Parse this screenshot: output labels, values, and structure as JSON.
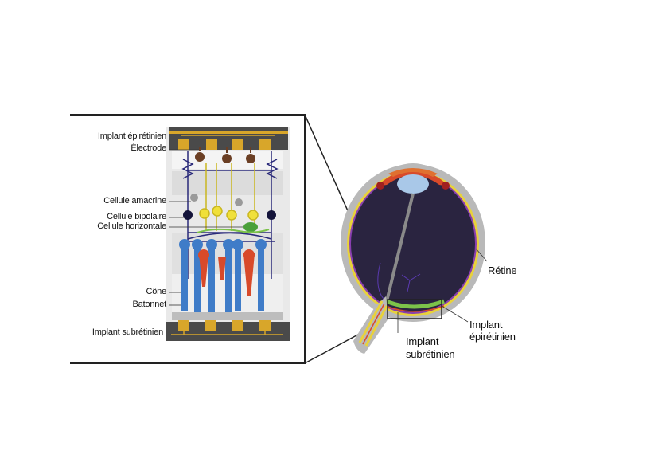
{
  "inset_labels": {
    "implant_epiretinien": "Implant épirétinien",
    "electrode": "Électrode",
    "cellule_amacrine": "Cellule amacrine",
    "cellule_bipolaire": "Cellule bipolaire",
    "cellule_horizontale": "Cellule horizontale",
    "cone": "Cône",
    "batonnet": "Batonnet",
    "implant_subretinien": "Implant subrétinien"
  },
  "eye_labels": {
    "retine": "Rétine",
    "implant_epiretinien_line1": "Implant",
    "implant_epiretinien_line2": "épirétinien",
    "implant_subretinien_line1": "Implant",
    "implant_subretinien_line2": "subrétinien"
  },
  "colors": {
    "implant_gold": "#d8a62a",
    "implant_dark": "#4a4a4a",
    "eye_interior": "#2a2440",
    "sclera": "#b9b9b9",
    "retina_yellow": "#e8d23a",
    "retina_purple": "#8a3fb0",
    "implant_green": "#7cc24a",
    "cone_red": "#d84a2a",
    "rod_blue": "#3f7cc8",
    "bipolar_yellow": "#f0e03a",
    "ganglion_brown": "#6b3f24",
    "horizontal_green": "#4aa03a"
  },
  "icons": {
    "eye": "eye-cross-section-icon",
    "cells": "retina-cell-layers-icon"
  }
}
